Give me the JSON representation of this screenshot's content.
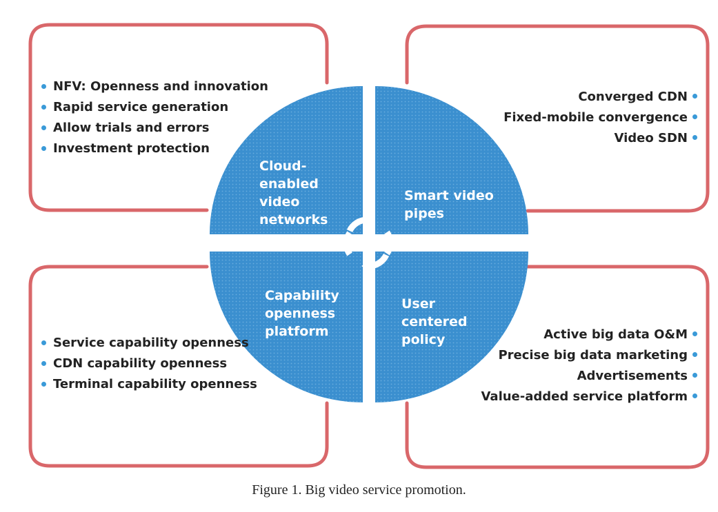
{
  "colors": {
    "frame": "#d9676a",
    "circle": "#3b8fcf",
    "bullet": "#3a9ad8",
    "text": "#222222",
    "label": "#ffffff"
  },
  "quadrants": {
    "top_left": {
      "label": "Cloud-\nenabled\nvideo\nnetworks",
      "items": [
        "NFV: Openness and innovation",
        "Rapid service generation",
        "Allow trials and errors",
        "Investment protection"
      ]
    },
    "top_right": {
      "label": "Smart video\npipes",
      "items": [
        "Converged CDN",
        "Fixed-mobile  convergence",
        "Video SDN"
      ]
    },
    "bottom_left": {
      "label": "Capability\nopenness\nplatform",
      "items": [
        "Service capability openness",
        "CDN capability openness",
        "Terminal capability openness"
      ]
    },
    "bottom_right": {
      "label": "User\ncentered\npolicy",
      "items": [
        "Active big data O&M",
        "Precise big data marketing",
        "Advertisements",
        "Value-added service platform"
      ]
    }
  },
  "center_icon": "cycle-arrows-icon",
  "caption": "Figure 1. Big video service promotion."
}
